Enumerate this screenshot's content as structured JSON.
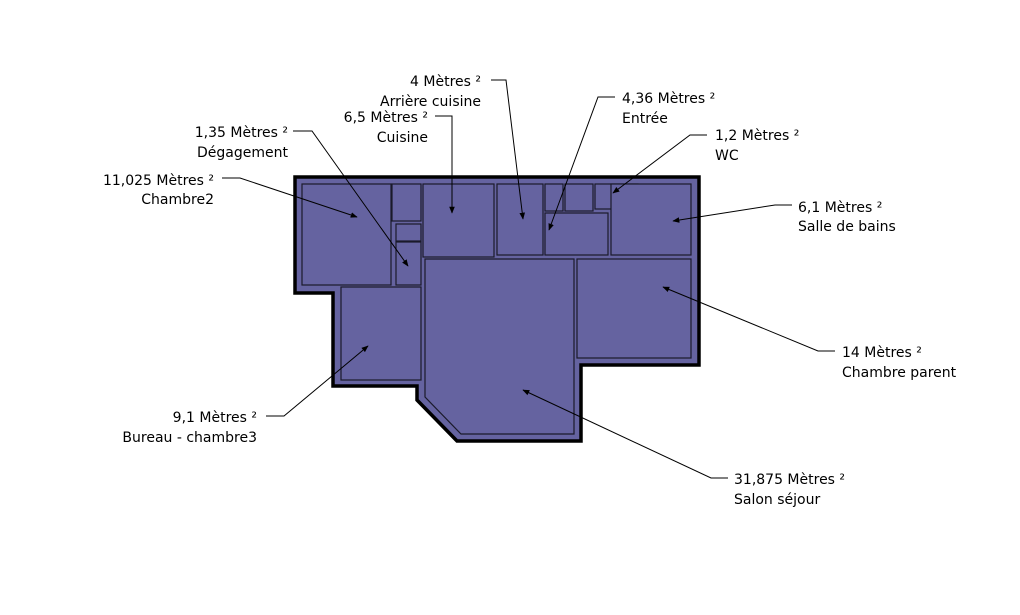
{
  "colors": {
    "room_fill": "#6563a0",
    "wall": "#000000",
    "background": "#ffffff"
  },
  "rooms": [
    {
      "id": "chambre2",
      "area": "11,025 Mètres ²",
      "name": "Chambre2"
    },
    {
      "id": "degagement",
      "area": "1,35 Mètres ²",
      "name": "Dégagement"
    },
    {
      "id": "cuisine",
      "area": "6,5 Mètres ²",
      "name": "Cuisine"
    },
    {
      "id": "arriere-cuisine",
      "area": "4 Mètres ²",
      "name": "Arrière cuisine"
    },
    {
      "id": "entree",
      "area": "4,36 Mètres ²",
      "name": "Entrée"
    },
    {
      "id": "wc",
      "area": "1,2 Mètres ²",
      "name": "WC"
    },
    {
      "id": "salle-de-bains",
      "area": "6,1 Mètres ²",
      "name": "Salle de bains"
    },
    {
      "id": "chambre-parent",
      "area": "14 Mètres ²",
      "name": "Chambre parent"
    },
    {
      "id": "bureau-chambre3",
      "area": "9,1 Mètres ²",
      "name": "Bureau - chambre3"
    },
    {
      "id": "salon-sejour",
      "area": "31,875 Mètres ²",
      "name": "Salon séjour"
    }
  ]
}
